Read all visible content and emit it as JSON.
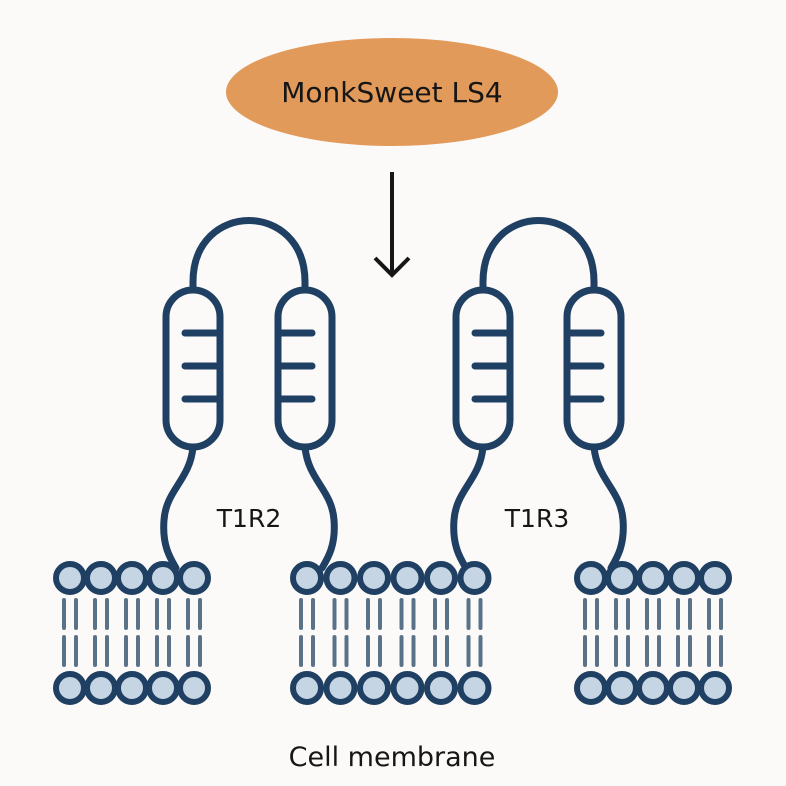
{
  "ligand": {
    "label": "MonkSweet LS4",
    "fill_color": "#e29a5a"
  },
  "receptors": [
    {
      "id": "t1r2",
      "label": "T1R2"
    },
    {
      "id": "t1r3",
      "label": "T1R3"
    }
  ],
  "membrane": {
    "label": "Cell membrane",
    "head_fill_color": "#c5d5e3",
    "outline_color": "#1f3f63",
    "tail_color": "#5a7288",
    "segments": [
      {
        "name": "left",
        "head_count": 5
      },
      {
        "name": "middle",
        "head_count": 6
      },
      {
        "name": "right",
        "head_count": 5
      }
    ]
  },
  "arrow": {
    "direction": "down",
    "meaning": "binds"
  }
}
